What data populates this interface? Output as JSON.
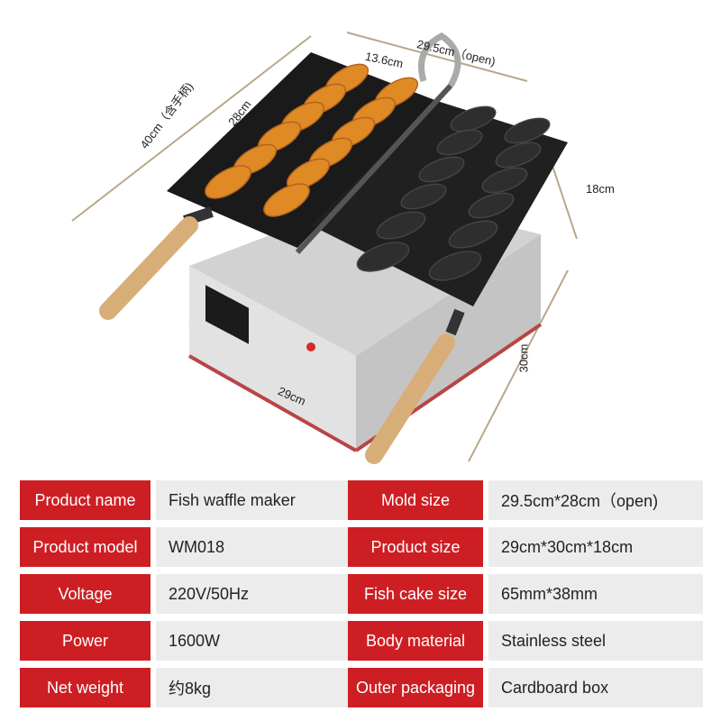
{
  "colors": {
    "label_bg": "#cd1f23",
    "value_bg": "#ececec",
    "label_text": "#ffffff",
    "value_text": "#222222"
  },
  "dimensions": {
    "open_width": "29.5cm（open)",
    "plate_width": "13.6cm",
    "length_with_handle": "40cm（含手柄)",
    "plate_length": "28cm",
    "height": "18cm",
    "depth": "30cm",
    "width": "29cm"
  },
  "specs": [
    {
      "label1": "Product name",
      "value1": "Fish waffle maker",
      "label2": "Mold size",
      "value2": "29.5cm*28cm（open)"
    },
    {
      "label1": "Product model",
      "value1": "WM018",
      "label2": "Product size",
      "value2": "29cm*30cm*18cm"
    },
    {
      "label1": "Voltage",
      "value1": "220V/50Hz",
      "label2": "Fish cake size",
      "value2": "65mm*38mm"
    },
    {
      "label1": "Power",
      "value1": "1600W",
      "label2": "Body material",
      "value2": "Stainless steel"
    },
    {
      "label1": "Net weight",
      "value1": "约8kg",
      "label2": "Outer packaging",
      "value2": "Cardboard box"
    }
  ]
}
